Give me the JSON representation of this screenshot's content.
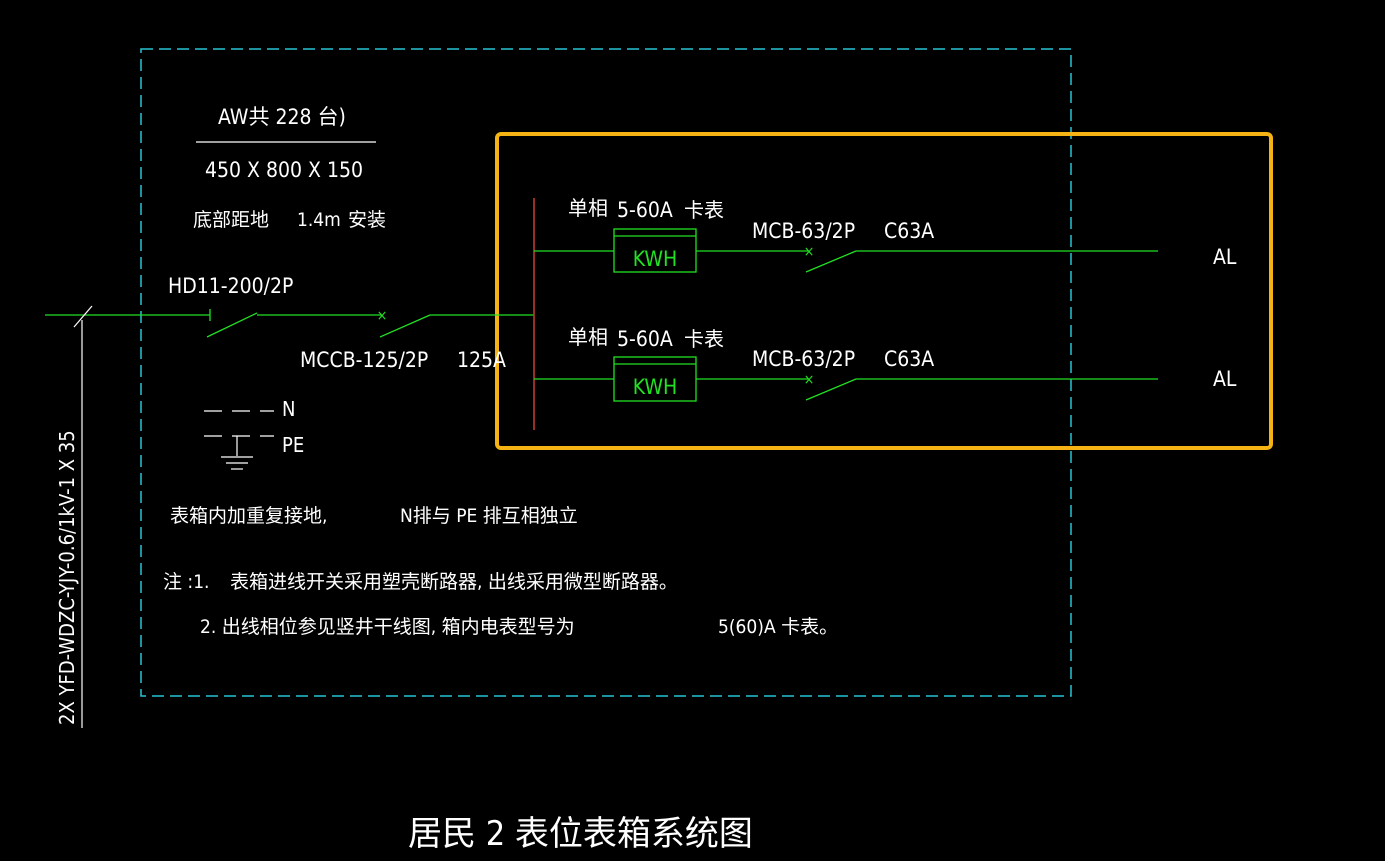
{
  "header": {
    "count_line": "AW共   228 台)",
    "dimensions": "450 X  800 X  150",
    "install_label": "底部距地",
    "install_height": "1.4m",
    "install_word": "安装"
  },
  "incoming": {
    "cable": "2X YFD-WDZC-YJY-0.6/1kV-1   X 35",
    "main_switch": "HD11-200/2P",
    "main_breaker": "MCCB-125/2P",
    "main_rating": "125A"
  },
  "bars": {
    "n_label": "N",
    "pe_label": "PE"
  },
  "branches": [
    {
      "phase": "单相",
      "meter_range": "5-60A",
      "meter_type": "卡表",
      "meter_box": "KWH",
      "breaker": "MCB-63/2P",
      "breaker_rating": "C63A",
      "load": "AL"
    },
    {
      "phase": "单相",
      "meter_range": "5-60A",
      "meter_type": "卡表",
      "meter_box": "KWH",
      "breaker": "MCB-63/2P",
      "breaker_rating": "C63A",
      "load": "AL"
    }
  ],
  "notes": {
    "grounding_left": "表箱内加重复接地,",
    "grounding_right": "N排与    PE 排互相独立",
    "note1_prefix": "注 :1.",
    "note1": "表箱进线开关采用塑壳断路器, 出线采用微型断路器。",
    "note2_left": "2. 出线相位参见竖井干线图, 箱内电表型号为",
    "note2_right": "5(60)A    卡表。"
  },
  "title": "居民    2 表位表箱系统图",
  "colors": {
    "background": "#000000",
    "enclosure": "#27c4d6",
    "wire": "#22e022",
    "busbar": "#c0392b",
    "highlight": "#f5b414",
    "text": "#ffffff"
  }
}
